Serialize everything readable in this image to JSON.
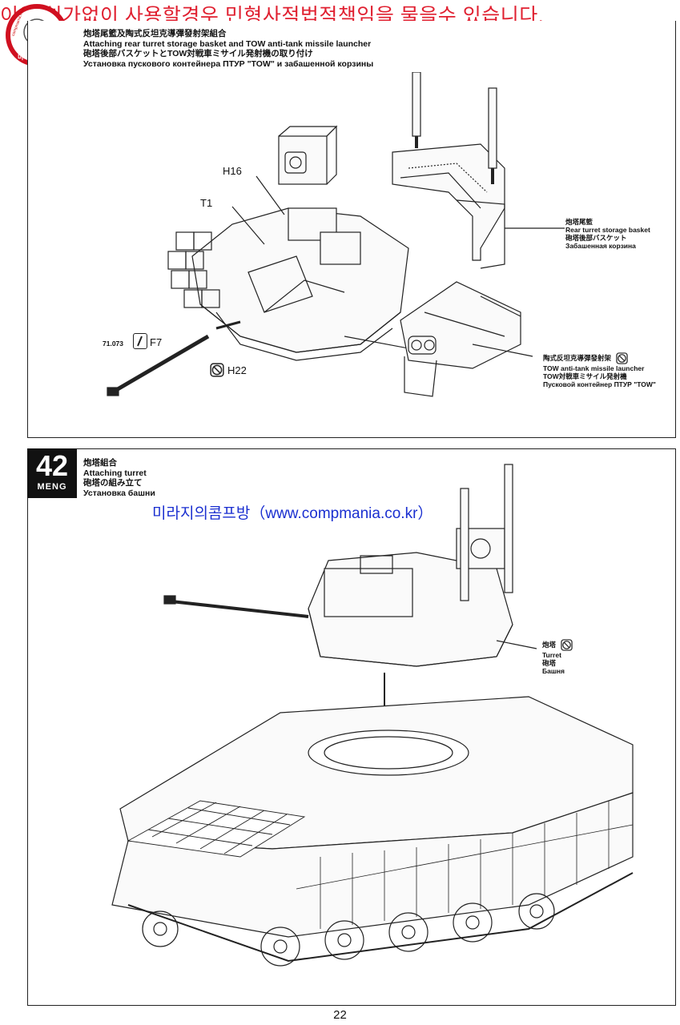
{
  "watermark": {
    "text": "이용 허가없이 사용할경우 민형사적법적책임을 물을수 있습니다."
  },
  "logo": {
    "text": "미라지의 콤프방",
    "small": "compmania.co.kr"
  },
  "step41": {
    "title_cn": "炮塔尾籃及陶式反坦克導彈發射架組合",
    "title_en": "Attaching rear turret storage basket and TOW anti-tank missile launcher",
    "title_jp": "砲塔後部バスケットとTOW対戦車ミサイル発射機の取り付け",
    "title_ru": "Установка пускового контейнера ПТУР \"TOW\" и забашенной корзины",
    "labels": {
      "h16": "H16",
      "t1": "T1",
      "f7": "F7",
      "h22": "H22",
      "paint_code": "71.073"
    },
    "basket": {
      "cn": "炮塔尾籃",
      "en": "Rear turret storage basket",
      "jp": "砲塔後部バスケット",
      "ru": "Забашенная корзина"
    },
    "tow": {
      "cn": "陶式反坦克導彈發射架",
      "en": "TOW anti-tank missile launcher",
      "jp": "TOW対戦車ミサイル発射機",
      "ru": "Пусковой контейнер ПТУР \"TOW\""
    }
  },
  "step42": {
    "number": "42",
    "brand": "MENG",
    "title_cn": "炮塔組合",
    "title_en": "Attaching turret",
    "title_jp": "砲塔の組み立て",
    "title_ru": "Установка башни",
    "turret": {
      "cn": "炮塔",
      "en": "Turret",
      "jp": "砲塔",
      "ru": "Башня"
    }
  },
  "site": {
    "text": "미라지의콤프방（www.compmania.co.kr）"
  },
  "page": {
    "number": "22"
  },
  "colors": {
    "watermark": "#e02030",
    "site": "#1a2fd0",
    "ink": "#111111"
  }
}
